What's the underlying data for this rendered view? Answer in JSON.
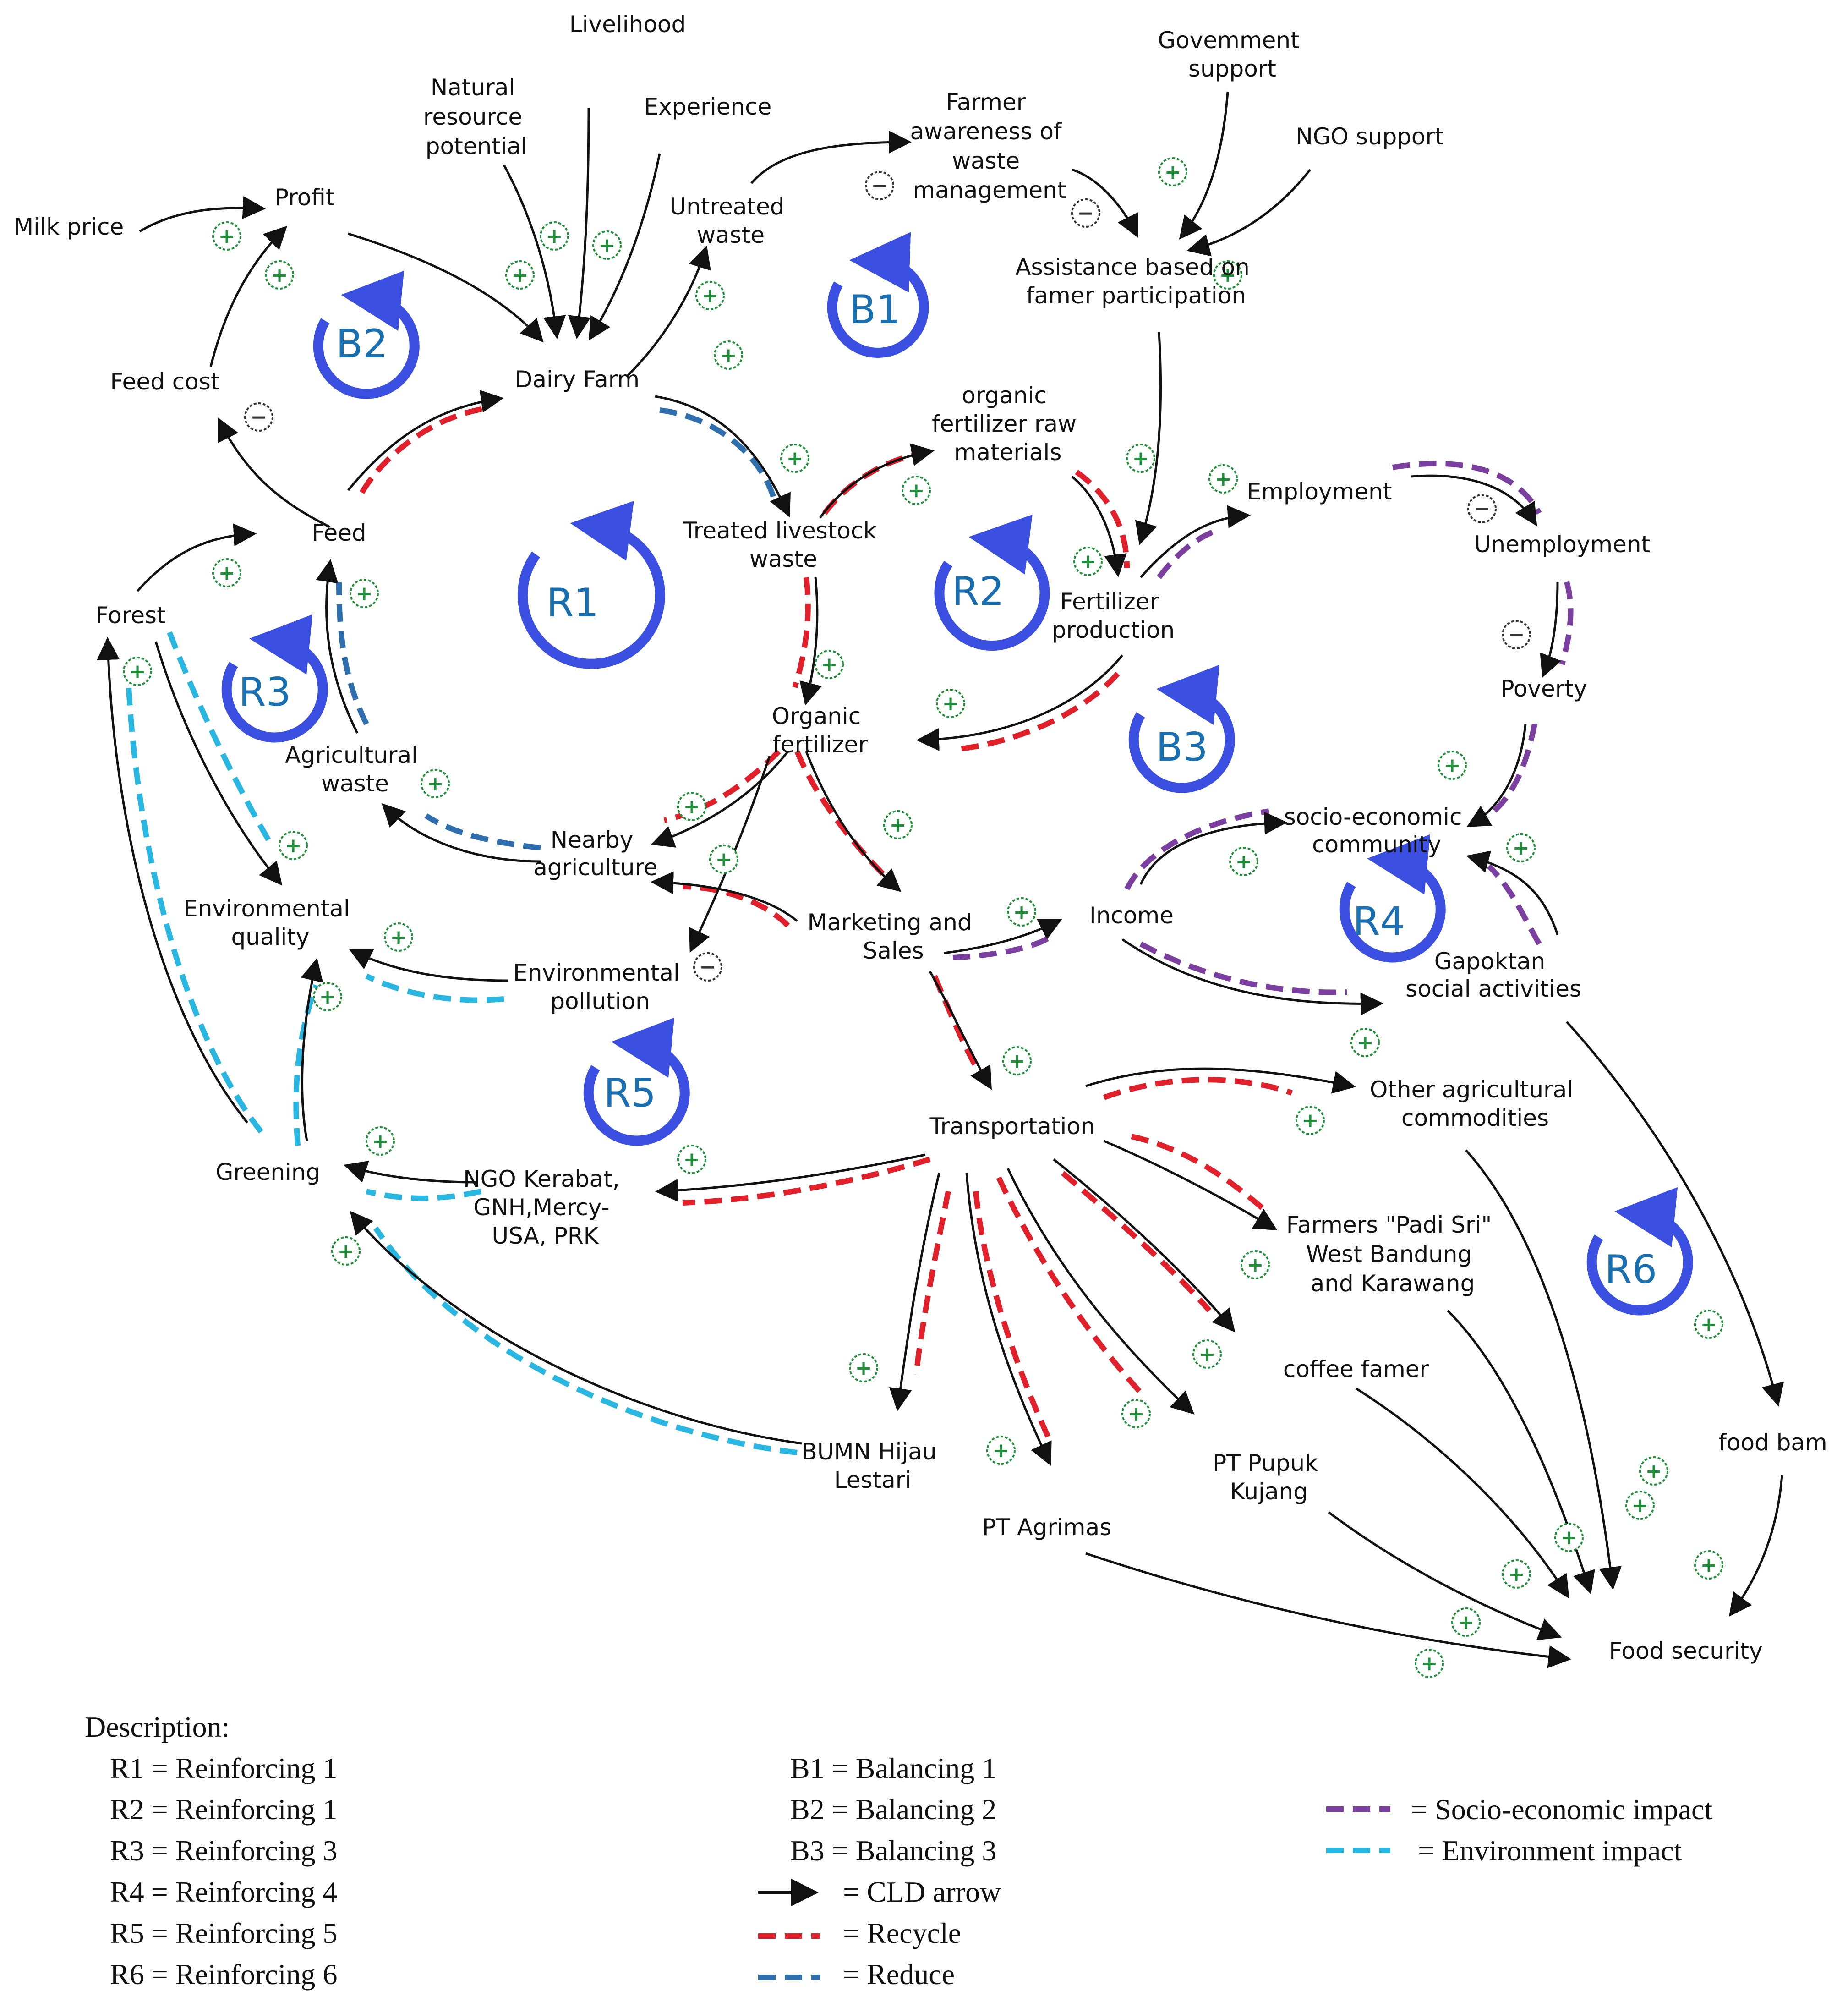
{
  "nodes": {
    "milk_price": "Milk price",
    "profit": "Profit",
    "natural_resource": [
      "Natural",
      "resource",
      "potential"
    ],
    "livelihood": "Livelihood",
    "experience": "Experience",
    "untreated_waste": [
      "Untreated",
      "waste"
    ],
    "farmer_awareness": [
      "Farmer",
      "awareness  of",
      "waste",
      "management"
    ],
    "government_support": [
      "Govemment",
      "support"
    ],
    "ngo_support": "NGO  support",
    "assistance": [
      "Assistance  based  on",
      "famer  participation"
    ],
    "feed_cost": "Feed  cost",
    "dairy_farm": "Dairy Farm",
    "treated_waste": [
      "Treated  livestock",
      "waste"
    ],
    "organic_raw": [
      "organic",
      "fertilizer  raw",
      "materials"
    ],
    "employment": "Employment",
    "unemployment": "Unemployment",
    "feed": "Feed",
    "fertilizer_production": [
      "Fertilizer",
      "production"
    ],
    "forest": "Forest",
    "poverty": "Poverty",
    "organic_fertilizer": [
      "Organic",
      "fertilizer"
    ],
    "agricultural_waste": [
      "Agricultural",
      "waste"
    ],
    "socio_economic": [
      "socio-economic",
      "community"
    ],
    "nearby_agriculture": [
      "Nearby",
      "agriculture"
    ],
    "environmental_quality": [
      "Environmental",
      "quality"
    ],
    "income": "Income",
    "marketing": [
      "Marketing  and",
      "Sales"
    ],
    "gapoktan": [
      "Gapoktan",
      "social  activities"
    ],
    "environmental_pollution": [
      "Environmental",
      "pollution"
    ],
    "transportation": "Transportation",
    "other_commodities": [
      "Other  agricultural",
      "commodities"
    ],
    "greening": "Greening",
    "ngo_kerabat": [
      "NGO  Kerabat,",
      "GNH,Mercy-",
      "USA,  PRK"
    ],
    "padi_sri": [
      "Farmers  \"Padi  Sri\"",
      "West  Bandung",
      "and  Karawang"
    ],
    "coffee_farmer": "coffee  famer",
    "bumn": [
      "BUMN  Hijau",
      "Lestari"
    ],
    "pt_pupuk": [
      "PT  Pupuk",
      "Kujang"
    ],
    "food_barn": "food  bam",
    "pt_agrimas": "PT  Agrimas",
    "food_security": "Food  security"
  },
  "loops": {
    "r1": "R1",
    "r2": "R2",
    "r3": "R3",
    "r4": "R4",
    "r5": "R5",
    "r6": "R6",
    "b1": "B1",
    "b2": "B2",
    "b3": "B3"
  },
  "signs": {
    "plus": "+",
    "minus": "−"
  },
  "colors": {
    "cld_arrow": "#111111",
    "recycle": "#e0202a",
    "reduce": "#2f6fae",
    "socio": "#7b3fa0",
    "environment": "#29b6e0",
    "loop_icon": "#3b4fe0",
    "sign_plus": "#1f8f3a"
  },
  "legend": {
    "title": "Description:",
    "left": [
      "R1 = Reinforcing 1",
      "R2 = Reinforcing 1",
      "R3 = Reinforcing 3",
      "R4 = Reinforcing 4",
      "R5 = Reinforcing 5",
      "R6 = Reinforcing 6"
    ],
    "middle": [
      "B1  = Balancing 1",
      "B2  = Balancing 2",
      "B3  = Balancing 3",
      "= CLD arrow",
      "= Recycle",
      "= Reduce"
    ],
    "right": [
      "= Socio-economic impact",
      "= Environment impact"
    ]
  }
}
